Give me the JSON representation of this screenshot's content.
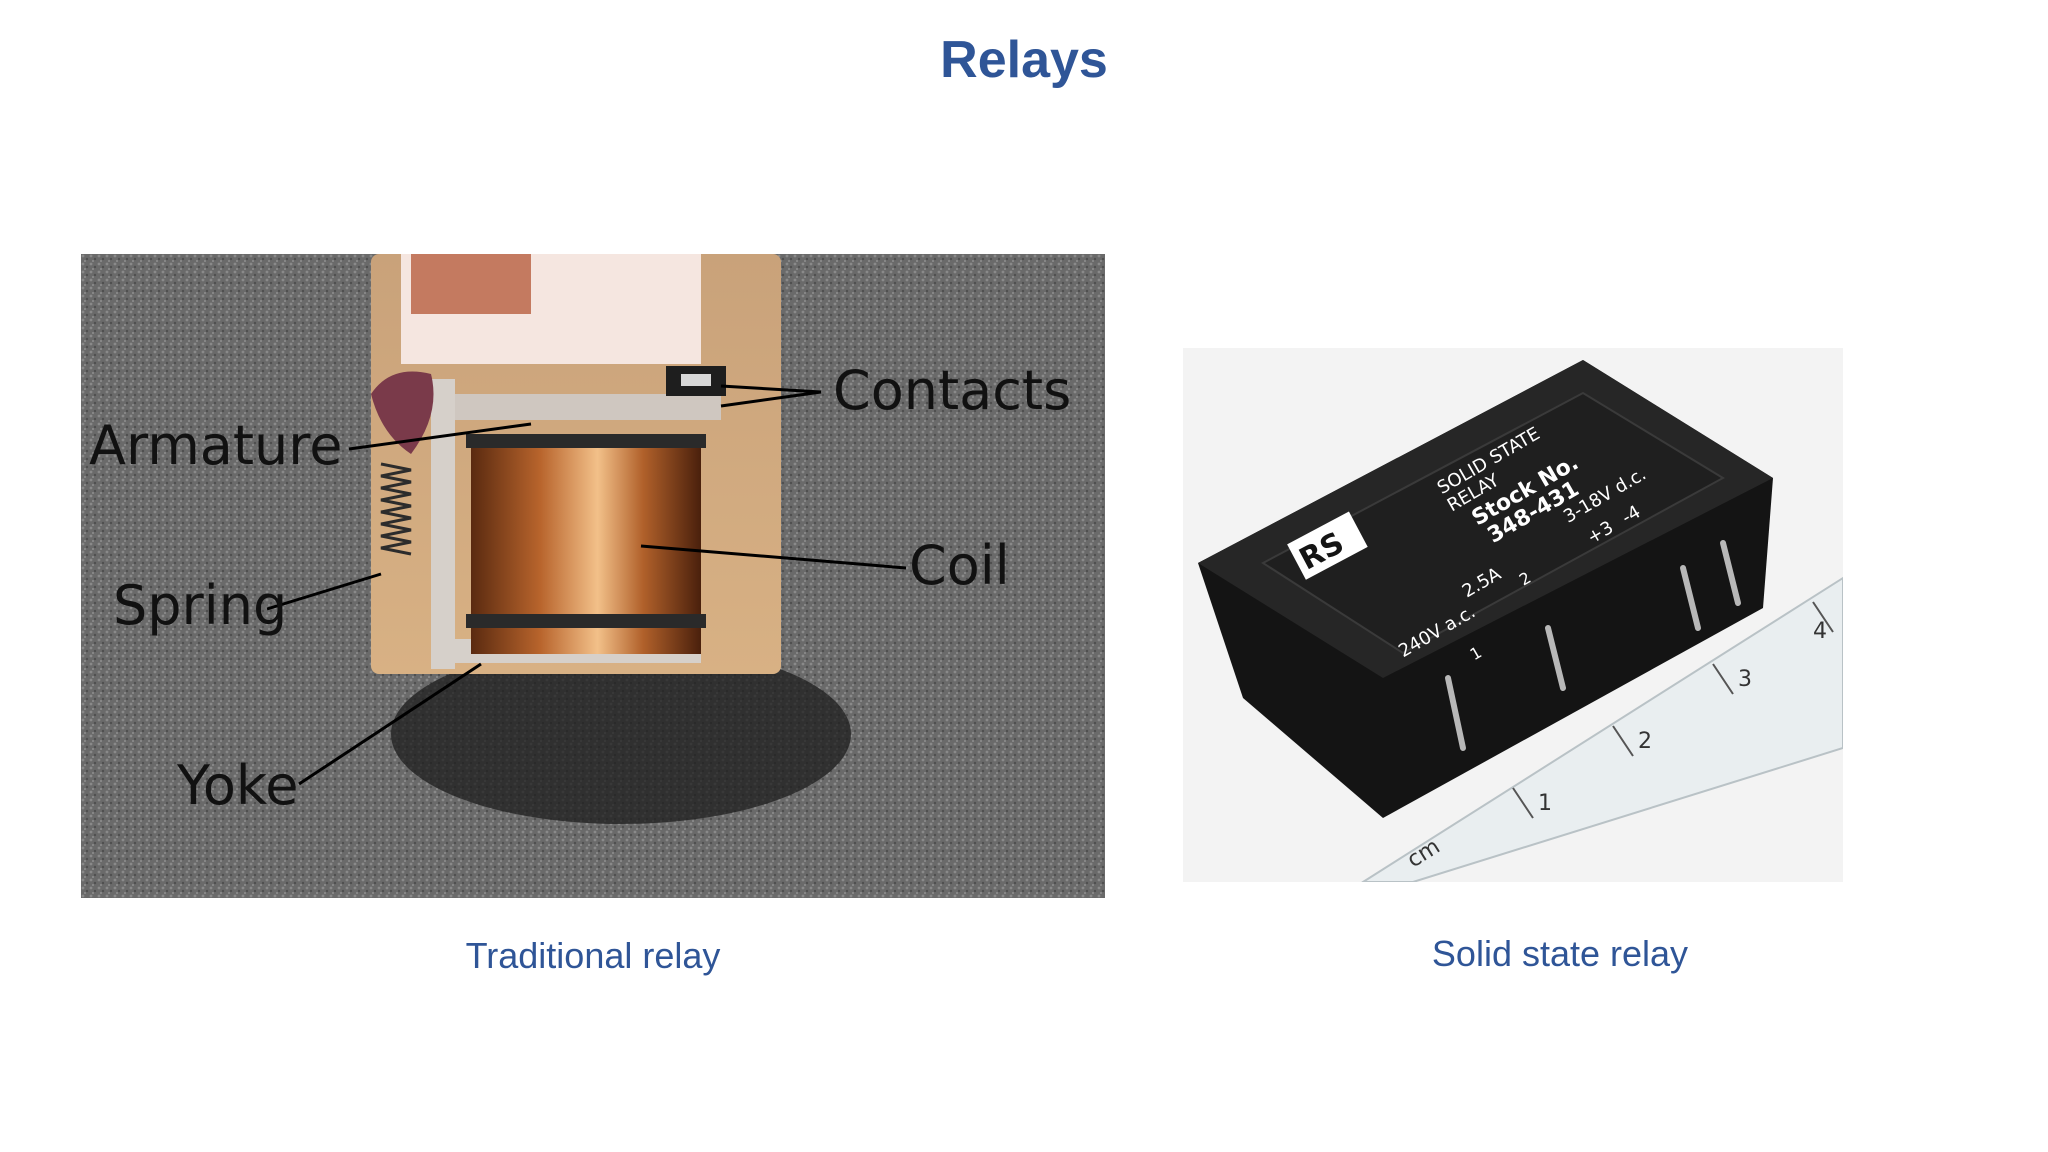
{
  "slide": {
    "title": "Relays"
  },
  "traditional": {
    "caption": "Traditional relay",
    "labels": {
      "armature": "Armature",
      "contacts": "Contacts",
      "spring": "Spring",
      "coil": "Coil",
      "yoke": "Yoke"
    }
  },
  "solid_state": {
    "caption": "Solid state relay",
    "logo": "RS",
    "print": {
      "line1": "SOLID STATE",
      "line2": "RELAY",
      "line3": "Stock No.",
      "line4": "348-431",
      "voltage": "240V a.c.",
      "current": "2.5A",
      "control": "3-18V d.c.",
      "pin1": "1",
      "pin2": "2",
      "pin3": "+3",
      "pin4": "-4"
    },
    "ruler": {
      "unit": "cm",
      "marks": [
        "1",
        "2",
        "3",
        "4"
      ]
    }
  }
}
